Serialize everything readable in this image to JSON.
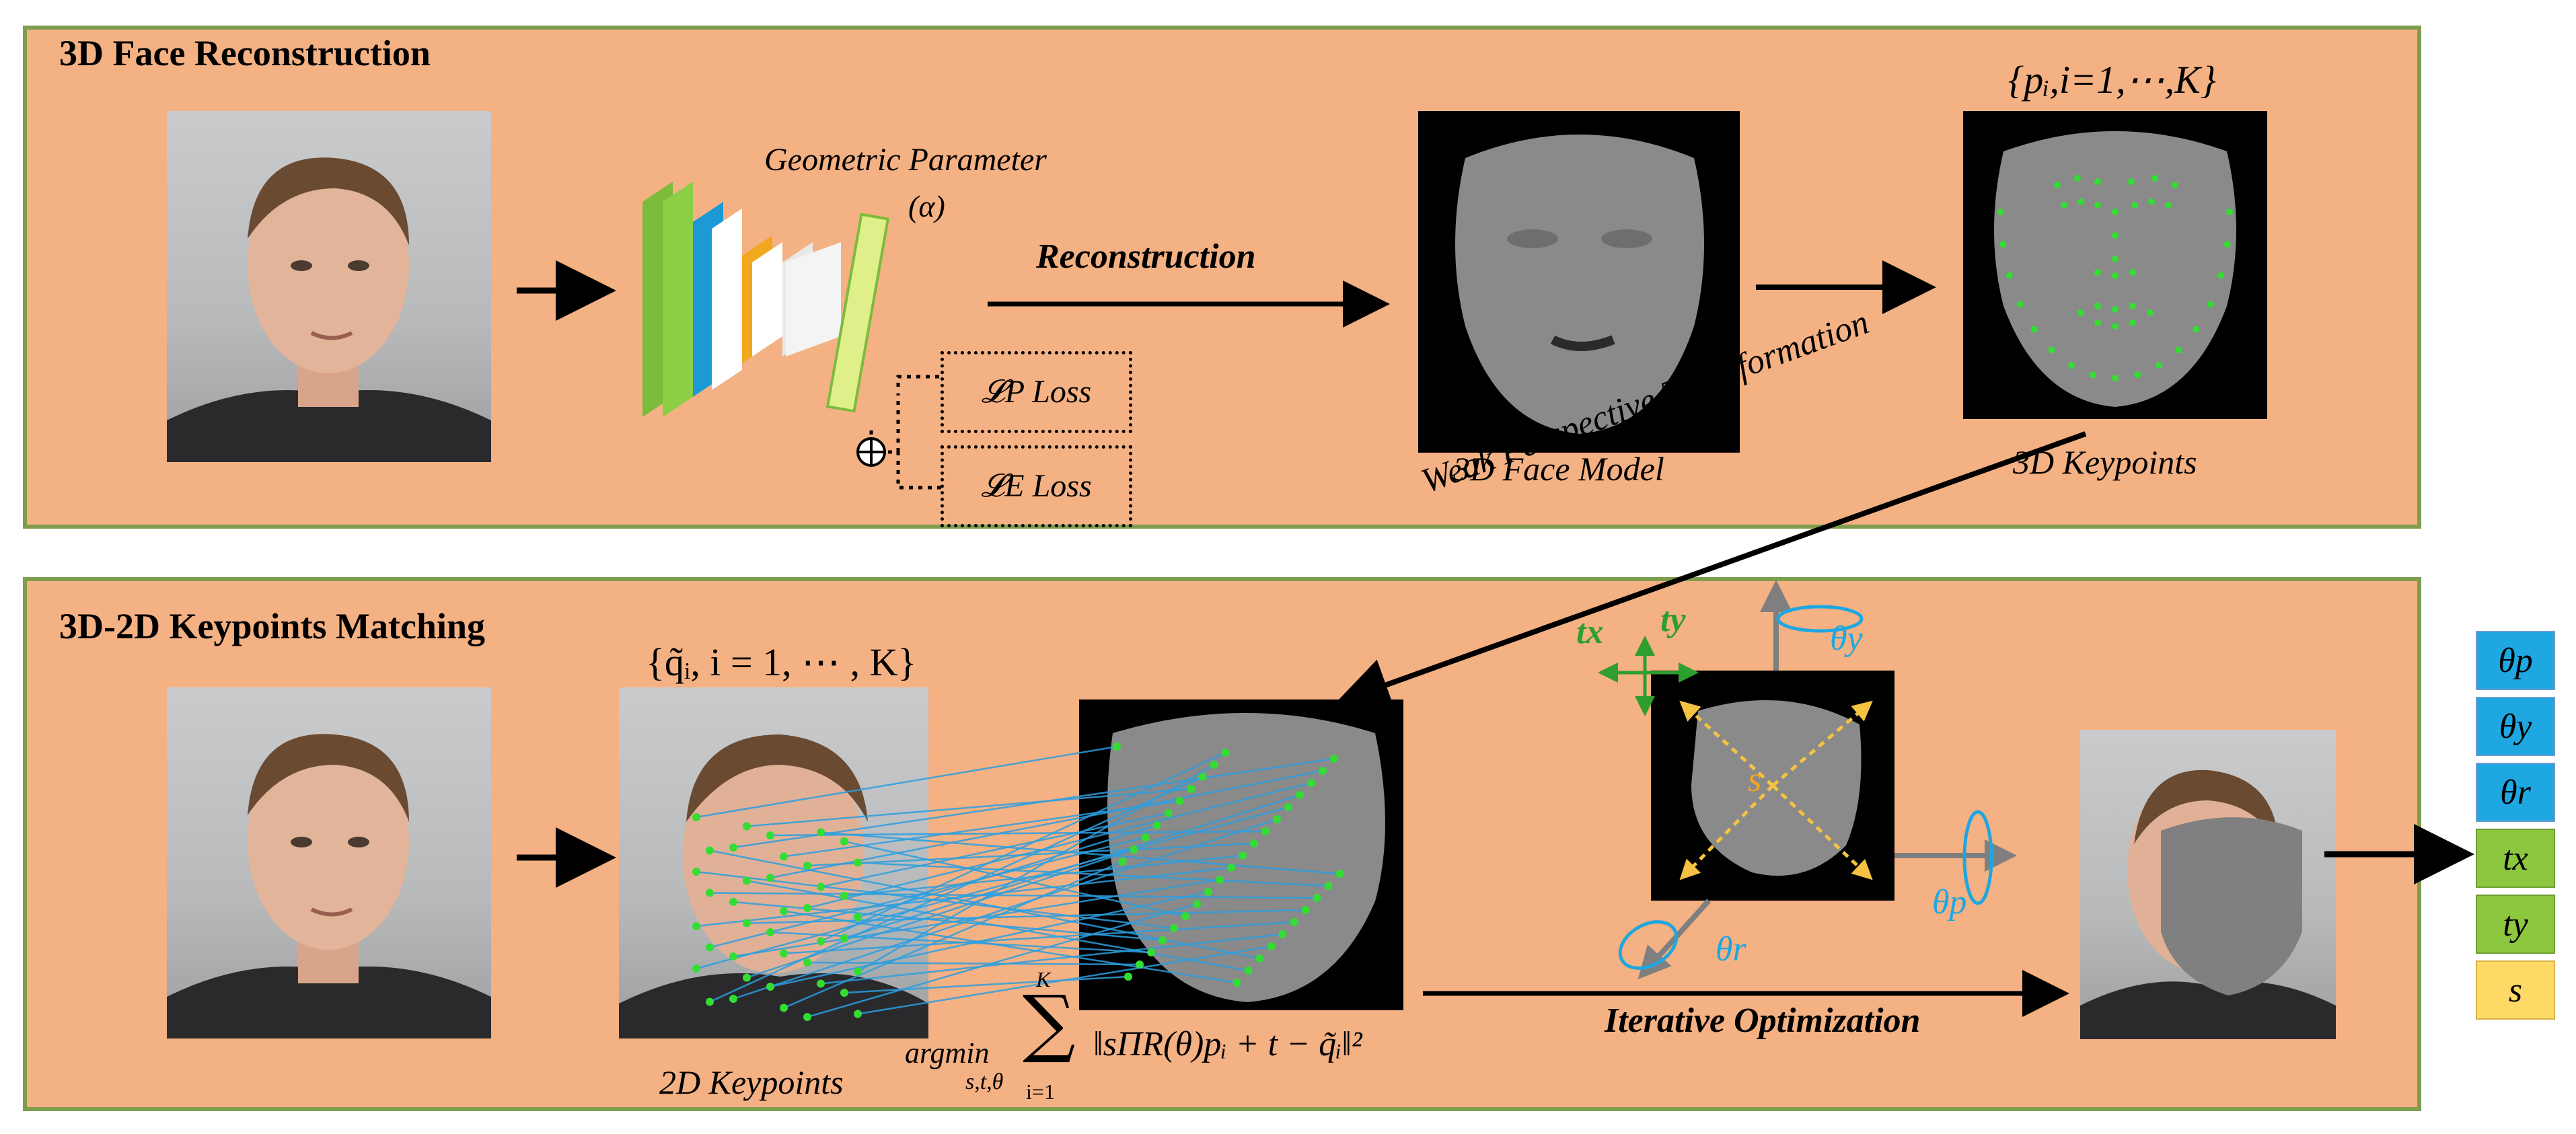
{
  "panels": {
    "top": {
      "title": "3D Face Reconstruction"
    },
    "bottom": {
      "title": "3D-2D Keypoints Matching"
    }
  },
  "labels": {
    "geometric_parameter": "Geometric Parameter",
    "alpha": "(α)",
    "reconstruction": "Reconstruction",
    "face_model": "3D Face Model",
    "keypoints_3d": "3D Keypoints",
    "keypoints_3d_set": "{pᵢ,i=1,⋯,K}",
    "keypoints_2d_set": "{q̃ᵢ, i = 1, ⋯ , K}",
    "keypoints_2d": "2D Keypoints",
    "weak_perspective": "Weak Perspective Transformation",
    "iterative_optimization": "Iterative Optimization",
    "loss_p": "𝓛P Loss",
    "loss_e": "𝓛E Loss",
    "scale_symbol": "s",
    "tx": "tx",
    "ty": "ty",
    "theta_y": "θy",
    "theta_p": "θp",
    "theta_r": "θr"
  },
  "objective": {
    "argmin": "argmin",
    "argmin_sub": "s,t,θ",
    "sum_top": "K",
    "sum_bottom": "i=1",
    "expression": "‖sΠR(θ)pᵢ + t − q̃ᵢ‖²"
  },
  "output_params": [
    {
      "label": "θp",
      "color": "#1ea7e1"
    },
    {
      "label": "θy",
      "color": "#1ea7e1"
    },
    {
      "label": "θr",
      "color": "#1ea7e1"
    },
    {
      "label": "tx",
      "color": "#8dc63f"
    },
    {
      "label": "ty",
      "color": "#8dc63f"
    },
    {
      "label": "s",
      "color": "#ffd966"
    }
  ],
  "colors": {
    "panel_fill": "#f4b183",
    "panel_border": "#7f9d4e",
    "keypoint": "#33dd33",
    "match_line": "#2b9fe0",
    "rotation": "#1ea7e1",
    "translation": "#2e9e2e",
    "scale_arrow": "#f5c242"
  }
}
